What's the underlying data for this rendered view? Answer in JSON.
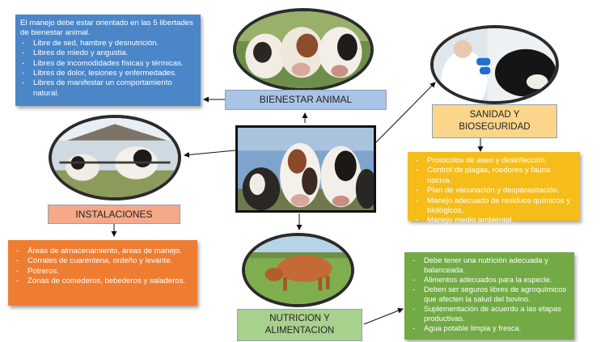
{
  "bienestar": {
    "label": "BIENESTAR ANIMAL",
    "intro": "El manejo debe estar orientado en las 5 libertades de bienestar animal.",
    "items": [
      "Libre de sed, hambre y desnutrición.",
      "Libres de miedo y angustia.",
      "Libres de incomodidades físicas y térmicas.",
      "Libres de dolor, lesiones y enfermedades.",
      "Libres de manifestar un comportamiento natural."
    ]
  },
  "sanidad": {
    "label_line1": "SANIDAD Y",
    "label_line2": "BIOSEGURIDAD",
    "items": [
      "Protocolos de aseo y desinfección.",
      "Control de plagas, roedores y fauna nociva.",
      "Plan de vacunación y desparasitación.",
      "Manejo adecuado de residuos químicos y biológicos.",
      "Manejo medio ambiental."
    ]
  },
  "instalaciones": {
    "label": "INSTALACIONES",
    "items": [
      "Áreas de almacenamiento, áreas de manejo.",
      "Corrales de cuarentena, ordeño y levante.",
      "Potreros.",
      "Zonas de comederos, bebederos y saladeros."
    ]
  },
  "nutricion": {
    "label_line1": "NUTRICION Y",
    "label_line2": "ALIMENTACION",
    "items": [
      "Debe tener una nutrición adecuada y balanceada.",
      "Alimentos adecuados para la especie.",
      "Deben ser seguros libres de agroquímicos que afecten la salud del bovino.",
      "Suplementación de acuerdo a las etapas productivas.",
      "Agua potable limpia y fresca."
    ]
  },
  "colors": {
    "blue_box": "#4a86c8",
    "blue_label": "#a9c4e6",
    "yellow_box": "#f6bd1a",
    "yellow_label": "#fbd68a",
    "orange_box": "#ef7d31",
    "orange_label": "#f5a98a",
    "green_box": "#72aa45",
    "green_label": "#a9d18e"
  }
}
